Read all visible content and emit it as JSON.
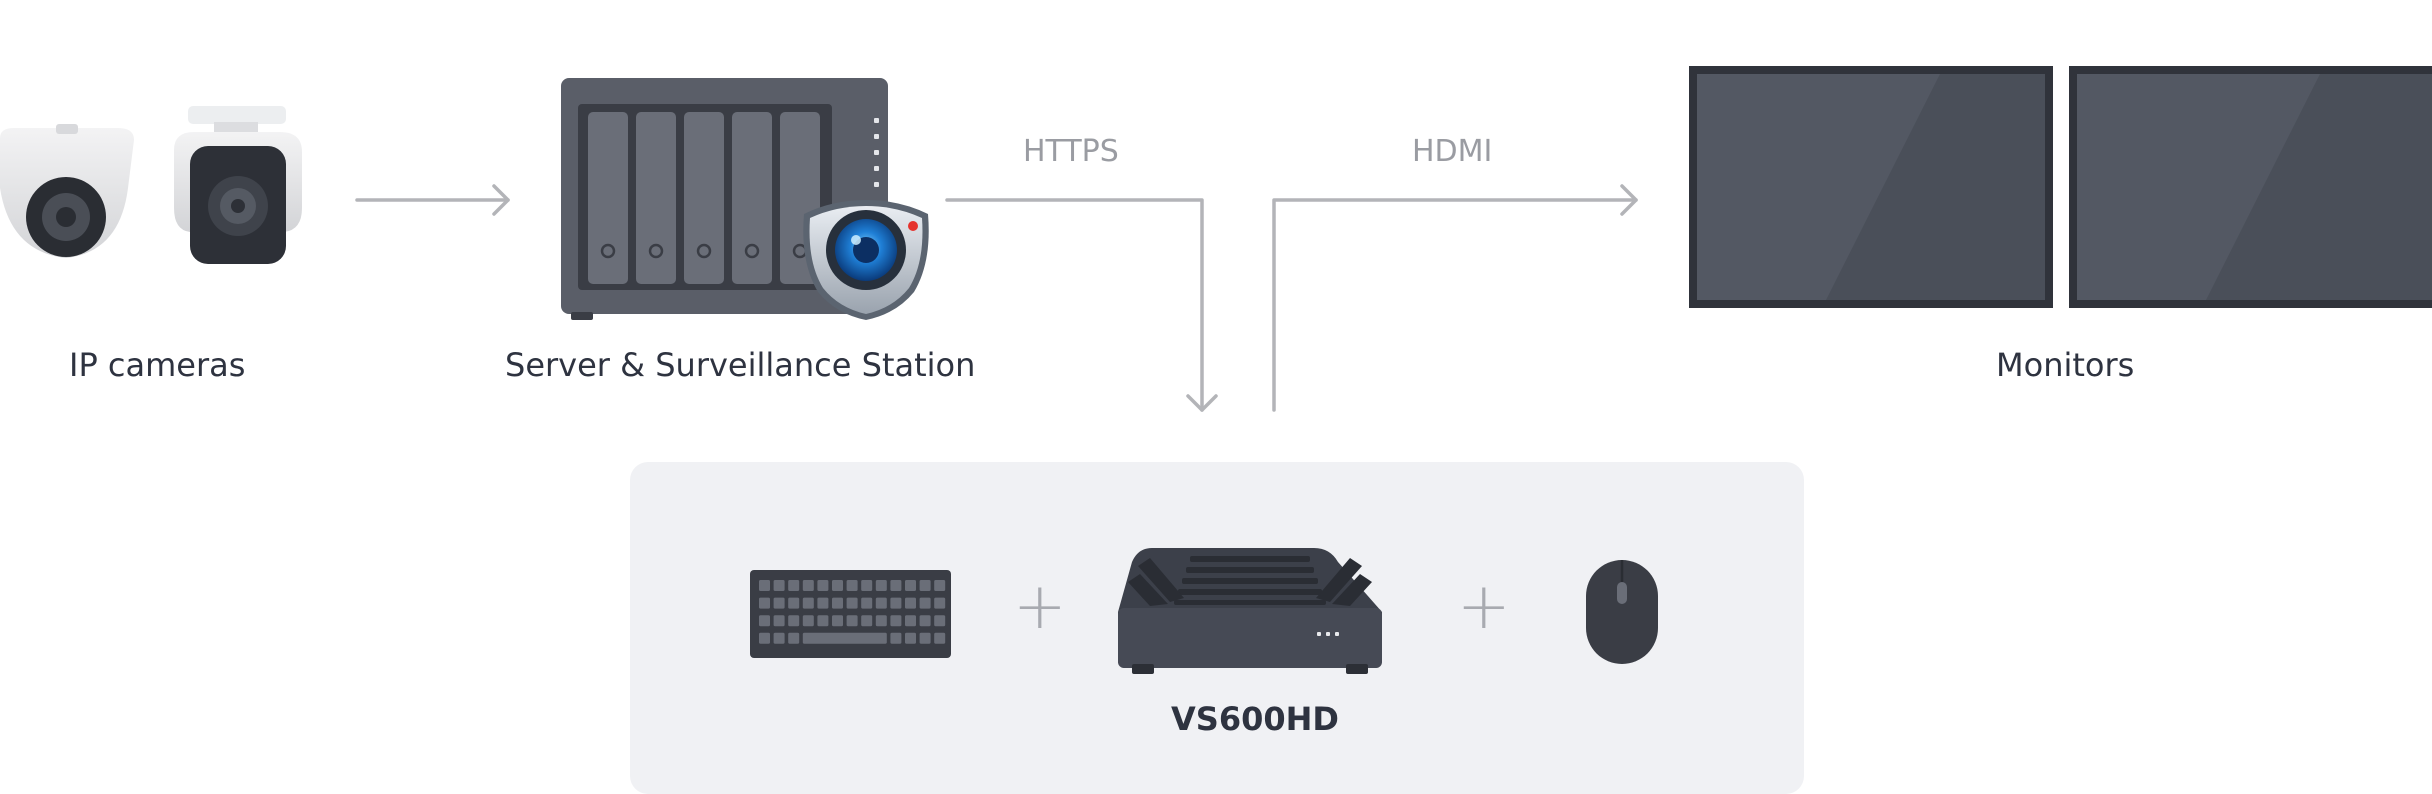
{
  "labels": {
    "ip_cameras": "IP cameras",
    "server": "Server & Surveillance Station",
    "monitors": "Monitors",
    "device": "VS600HD"
  },
  "connections": {
    "https": "HTTPS",
    "hdmi": "HDMI"
  },
  "plus_sign": "+",
  "colors": {
    "arrow": "#b3b4b8",
    "panel": "#f0f1f4",
    "device_dark": "#3c404a",
    "monitor_frame": "#30333b",
    "monitor_screen": "#4a4f59",
    "text": "#2e3340",
    "muted_text": "#9a9ca2"
  }
}
